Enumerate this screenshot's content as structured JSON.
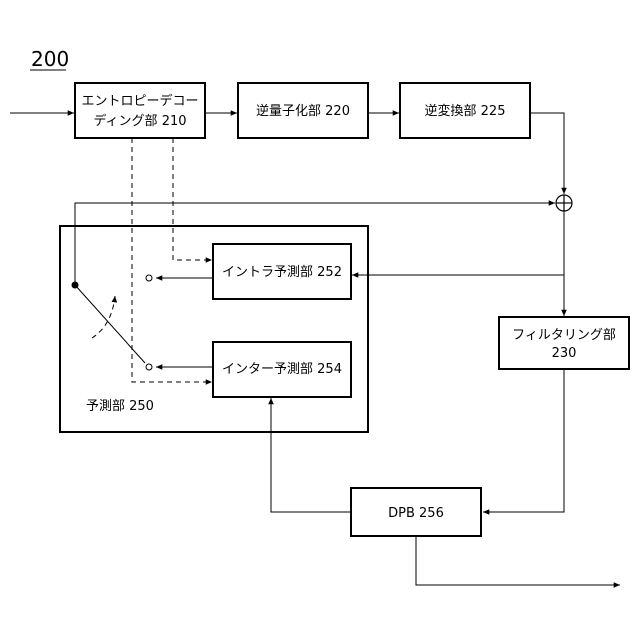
{
  "figure_number": "200",
  "blocks": {
    "entropy_decoding": {
      "line1": "エントロピーデコー",
      "line2": "ディング部 210"
    },
    "inverse_quantization": {
      "label": "逆量子化部 220"
    },
    "inverse_transform": {
      "label": "逆変換部 225"
    },
    "intra_prediction": {
      "label": "イントラ予測部 252"
    },
    "inter_prediction": {
      "label": "インター予測部 254"
    },
    "prediction_unit": {
      "label": "予測部 250"
    },
    "filtering": {
      "line1": "フィルタリング部",
      "line2": "230"
    },
    "dpb": {
      "label": "DPB 256"
    }
  },
  "adder_symbol": "+"
}
